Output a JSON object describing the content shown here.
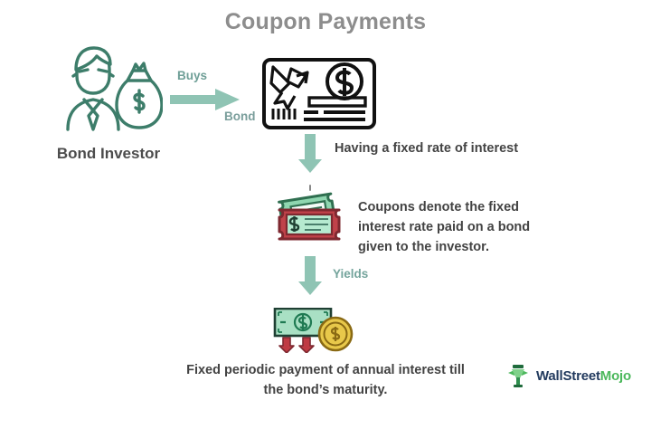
{
  "title": "Coupon Payments",
  "investor": {
    "icon": "businessman-with-money-bag-icon",
    "label": "Bond Investor"
  },
  "flow": {
    "buys_label": "Buys",
    "buys_arrow_icon": "right-arrow-icon",
    "bond_label": "Bond",
    "bond_certificate_icon": "bond-certificate-icon",
    "arrow1_icon": "down-arrow-icon",
    "step1_text": "Having a fixed rate of interest",
    "coupon_icon": "coupon-ticket-icon",
    "step2_text": "Coupons denote the fixed interest rate paid on a bond given to the investor.",
    "arrow2_icon": "down-arrow-icon",
    "yields_label": "Yields",
    "money_icon": "banknote-and-coin-icon",
    "step3_text": "Fixed periodic payment of annual interest till the bond’s maturity."
  },
  "logo": {
    "mark_icon": "wallstreetmojo-emblem-icon",
    "text_primary": "WallStreet",
    "text_accent": "Mojo"
  },
  "colors": {
    "title_gray": "#8d8d8d",
    "body_text": "#434343",
    "teal_arrow": "#8fc4b4",
    "teal_dark": "#3d7d6a",
    "teal_label": "#74a49c",
    "coupon_red": "#c0424a",
    "coupon_green": "#63b88f",
    "coin_gold": "#e8c84a",
    "note_green": "#a9e0c4",
    "logo_navy": "#223a5e",
    "logo_green": "#4cb85c",
    "background": "#ffffff"
  }
}
